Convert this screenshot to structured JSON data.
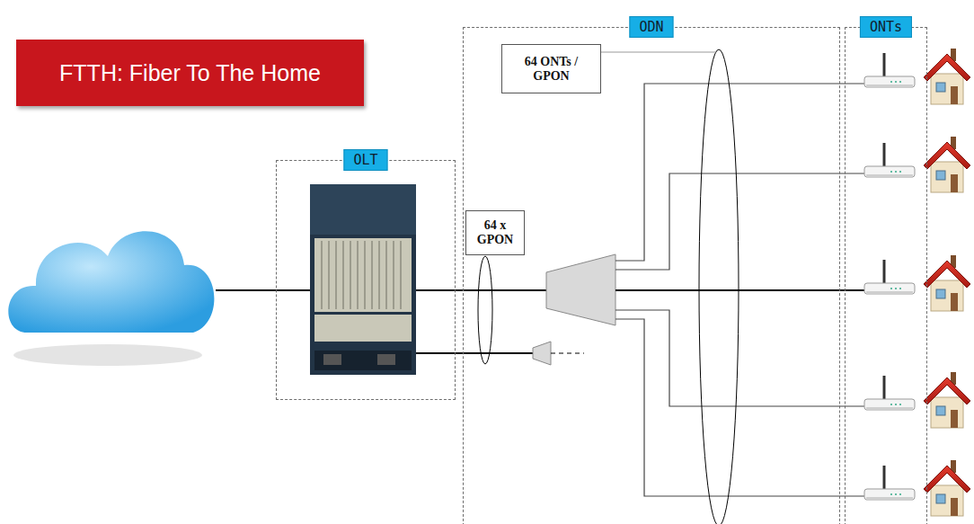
{
  "diagram": {
    "title": "FTTH: Fiber To The Home",
    "nodes": [
      {
        "text": [
          "OLT"
        ]
      },
      {
        "text": [
          "ODN"
        ]
      },
      {
        "text": [
          "64 ONTs / GPON"
        ],
        "in": 1
      },
      {
        "text": [
          "64 x GPON"
        ],
        "in": 1
      },
      {
        "text": [
          "ONTs"
        ]
      }
    ]
  }
}
